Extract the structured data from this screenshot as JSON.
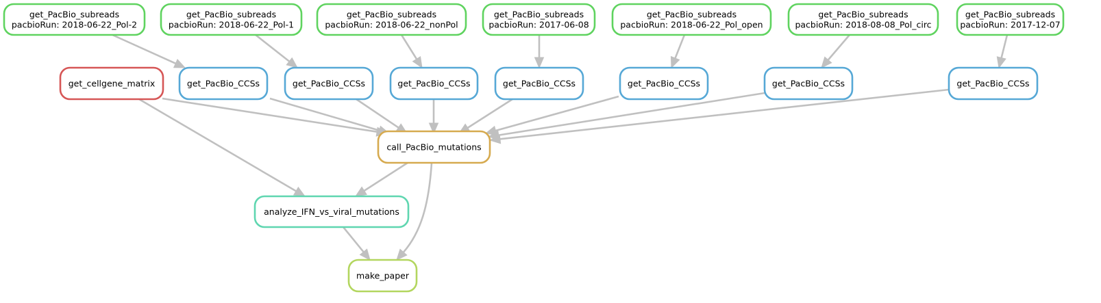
{
  "colors": {
    "edge": "#c0c0c0",
    "subreads": "#5fd35f",
    "ccs": "#56a8d6",
    "matrix": "#d65656",
    "mutations": "#d6aa4f",
    "analyze": "#5fd6b0",
    "paper": "#b3d65f"
  },
  "nodes": [
    {
      "id": "sub_pol2",
      "kind": "subreads",
      "lines": [
        "get_PacBio_subreads",
        "pacbioRun: 2018-06-22_Pol-2"
      ]
    },
    {
      "id": "sub_pol1",
      "kind": "subreads",
      "lines": [
        "get_PacBio_subreads",
        "pacbioRun: 2018-06-22_Pol-1"
      ]
    },
    {
      "id": "sub_nonpol",
      "kind": "subreads",
      "lines": [
        "get_PacBio_subreads",
        "pacbioRun: 2018-06-22_nonPol"
      ]
    },
    {
      "id": "sub_170608",
      "kind": "subreads",
      "lines": [
        "get_PacBio_subreads",
        "pacbioRun: 2017-06-08"
      ]
    },
    {
      "id": "sub_polopen",
      "kind": "subreads",
      "lines": [
        "get_PacBio_subreads",
        "pacbioRun: 2018-06-22_Pol_open"
      ]
    },
    {
      "id": "sub_polcirc",
      "kind": "subreads",
      "lines": [
        "get_PacBio_subreads",
        "pacbioRun: 2018-08-08_Pol_circ"
      ]
    },
    {
      "id": "sub_171207",
      "kind": "subreads",
      "lines": [
        "get_PacBio_subreads",
        "pacbioRun: 2017-12-07"
      ]
    },
    {
      "id": "matrix",
      "kind": "matrix",
      "lines": [
        "get_cellgene_matrix"
      ]
    },
    {
      "id": "ccs1",
      "kind": "ccs",
      "lines": [
        "get_PacBio_CCSs"
      ]
    },
    {
      "id": "ccs2",
      "kind": "ccs",
      "lines": [
        "get_PacBio_CCSs"
      ]
    },
    {
      "id": "ccs3",
      "kind": "ccs",
      "lines": [
        "get_PacBio_CCSs"
      ]
    },
    {
      "id": "ccs4",
      "kind": "ccs",
      "lines": [
        "get_PacBio_CCSs"
      ]
    },
    {
      "id": "ccs5",
      "kind": "ccs",
      "lines": [
        "get_PacBio_CCSs"
      ]
    },
    {
      "id": "ccs6",
      "kind": "ccs",
      "lines": [
        "get_PacBio_CCSs"
      ]
    },
    {
      "id": "ccs7",
      "kind": "ccs",
      "lines": [
        "get_PacBio_CCSs"
      ]
    },
    {
      "id": "mutations",
      "kind": "mutations",
      "lines": [
        "call_PacBio_mutations"
      ]
    },
    {
      "id": "analyze",
      "kind": "analyze",
      "lines": [
        "analyze_IFN_vs_viral_mutations"
      ]
    },
    {
      "id": "paper",
      "kind": "paper",
      "lines": [
        "make_paper"
      ]
    }
  ],
  "edges": [
    {
      "from": "sub_pol2",
      "to": "ccs1"
    },
    {
      "from": "sub_pol1",
      "to": "ccs2"
    },
    {
      "from": "sub_nonpol",
      "to": "ccs3"
    },
    {
      "from": "sub_170608",
      "to": "ccs4"
    },
    {
      "from": "sub_polopen",
      "to": "ccs5"
    },
    {
      "from": "sub_polcirc",
      "to": "ccs6"
    },
    {
      "from": "sub_171207",
      "to": "ccs7"
    },
    {
      "from": "matrix",
      "to": "mutations"
    },
    {
      "from": "ccs1",
      "to": "mutations"
    },
    {
      "from": "ccs2",
      "to": "mutations"
    },
    {
      "from": "ccs3",
      "to": "mutations"
    },
    {
      "from": "ccs4",
      "to": "mutations"
    },
    {
      "from": "ccs5",
      "to": "mutations"
    },
    {
      "from": "ccs6",
      "to": "mutations"
    },
    {
      "from": "ccs7",
      "to": "mutations"
    },
    {
      "from": "matrix",
      "to": "analyze"
    },
    {
      "from": "mutations",
      "to": "analyze"
    },
    {
      "from": "mutations",
      "to": "paper"
    },
    {
      "from": "analyze",
      "to": "paper"
    }
  ]
}
